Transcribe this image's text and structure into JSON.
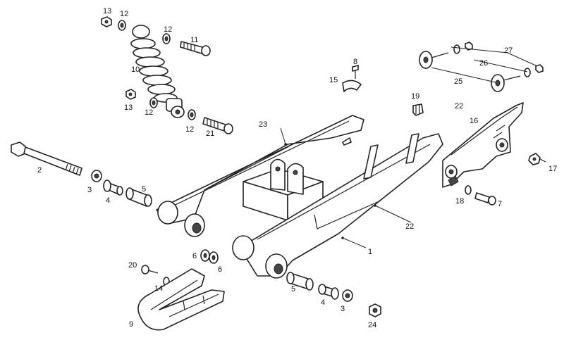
{
  "callouts": [
    {
      "id": "c13a",
      "text": "13"
    },
    {
      "id": "c12a",
      "text": "12"
    },
    {
      "id": "c12b",
      "text": "12"
    },
    {
      "id": "c11",
      "text": "11"
    },
    {
      "id": "c10",
      "text": "10"
    },
    {
      "id": "c13b",
      "text": "13"
    },
    {
      "id": "c12c",
      "text": "12"
    },
    {
      "id": "c12d",
      "text": "12"
    },
    {
      "id": "c21",
      "text": "21"
    },
    {
      "id": "c8",
      "text": "8"
    },
    {
      "id": "c15",
      "text": "15"
    },
    {
      "id": "c27",
      "text": "27"
    },
    {
      "id": "c26",
      "text": "26"
    },
    {
      "id": "c25",
      "text": "25"
    },
    {
      "id": "c19",
      "text": "19"
    },
    {
      "id": "c22a",
      "text": "22"
    },
    {
      "id": "c16",
      "text": "16"
    },
    {
      "id": "c23",
      "text": "23"
    },
    {
      "id": "c2",
      "text": "2"
    },
    {
      "id": "c3a",
      "text": "3"
    },
    {
      "id": "c4a",
      "text": "4"
    },
    {
      "id": "c5a",
      "text": "5"
    },
    {
      "id": "c17",
      "text": "17"
    },
    {
      "id": "c18",
      "text": "18"
    },
    {
      "id": "c7",
      "text": "7"
    },
    {
      "id": "c22b",
      "text": "22"
    },
    {
      "id": "c1",
      "text": "1"
    },
    {
      "id": "c6a",
      "text": "6"
    },
    {
      "id": "c6b",
      "text": "6"
    },
    {
      "id": "c20",
      "text": "20"
    },
    {
      "id": "c14",
      "text": "14"
    },
    {
      "id": "c5b",
      "text": "5"
    },
    {
      "id": "c4b",
      "text": "4"
    },
    {
      "id": "c3b",
      "text": "3"
    },
    {
      "id": "c9",
      "text": "9"
    },
    {
      "id": "c24",
      "text": "24"
    }
  ]
}
